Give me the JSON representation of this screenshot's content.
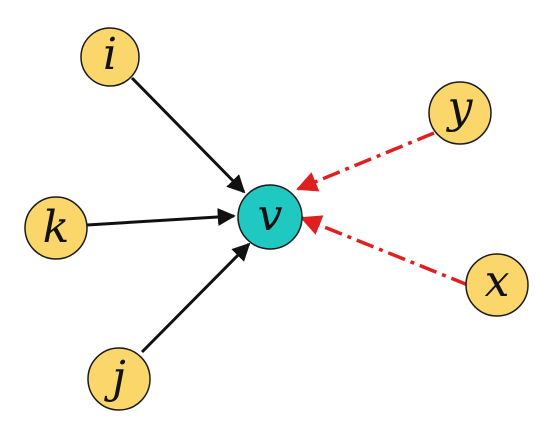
{
  "colors": {
    "source_node_fill": "#fbd76b",
    "center_node_fill": "#1fc9c2",
    "node_stroke": "#1a1a1a",
    "solid_edge": "#111111",
    "dashed_edge": "#e02020"
  },
  "nodes": {
    "i": {
      "label": "i"
    },
    "k": {
      "label": "k"
    },
    "j": {
      "label": "j"
    },
    "v": {
      "label": "v"
    },
    "y": {
      "label": "y"
    },
    "x": {
      "label": "x"
    }
  },
  "edges": [
    {
      "from": "i",
      "to": "v",
      "style": "solid"
    },
    {
      "from": "k",
      "to": "v",
      "style": "solid"
    },
    {
      "from": "j",
      "to": "v",
      "style": "solid"
    },
    {
      "from": "y",
      "to": "v",
      "style": "dash-dot"
    },
    {
      "from": "x",
      "to": "v",
      "style": "dash-dot"
    }
  ]
}
